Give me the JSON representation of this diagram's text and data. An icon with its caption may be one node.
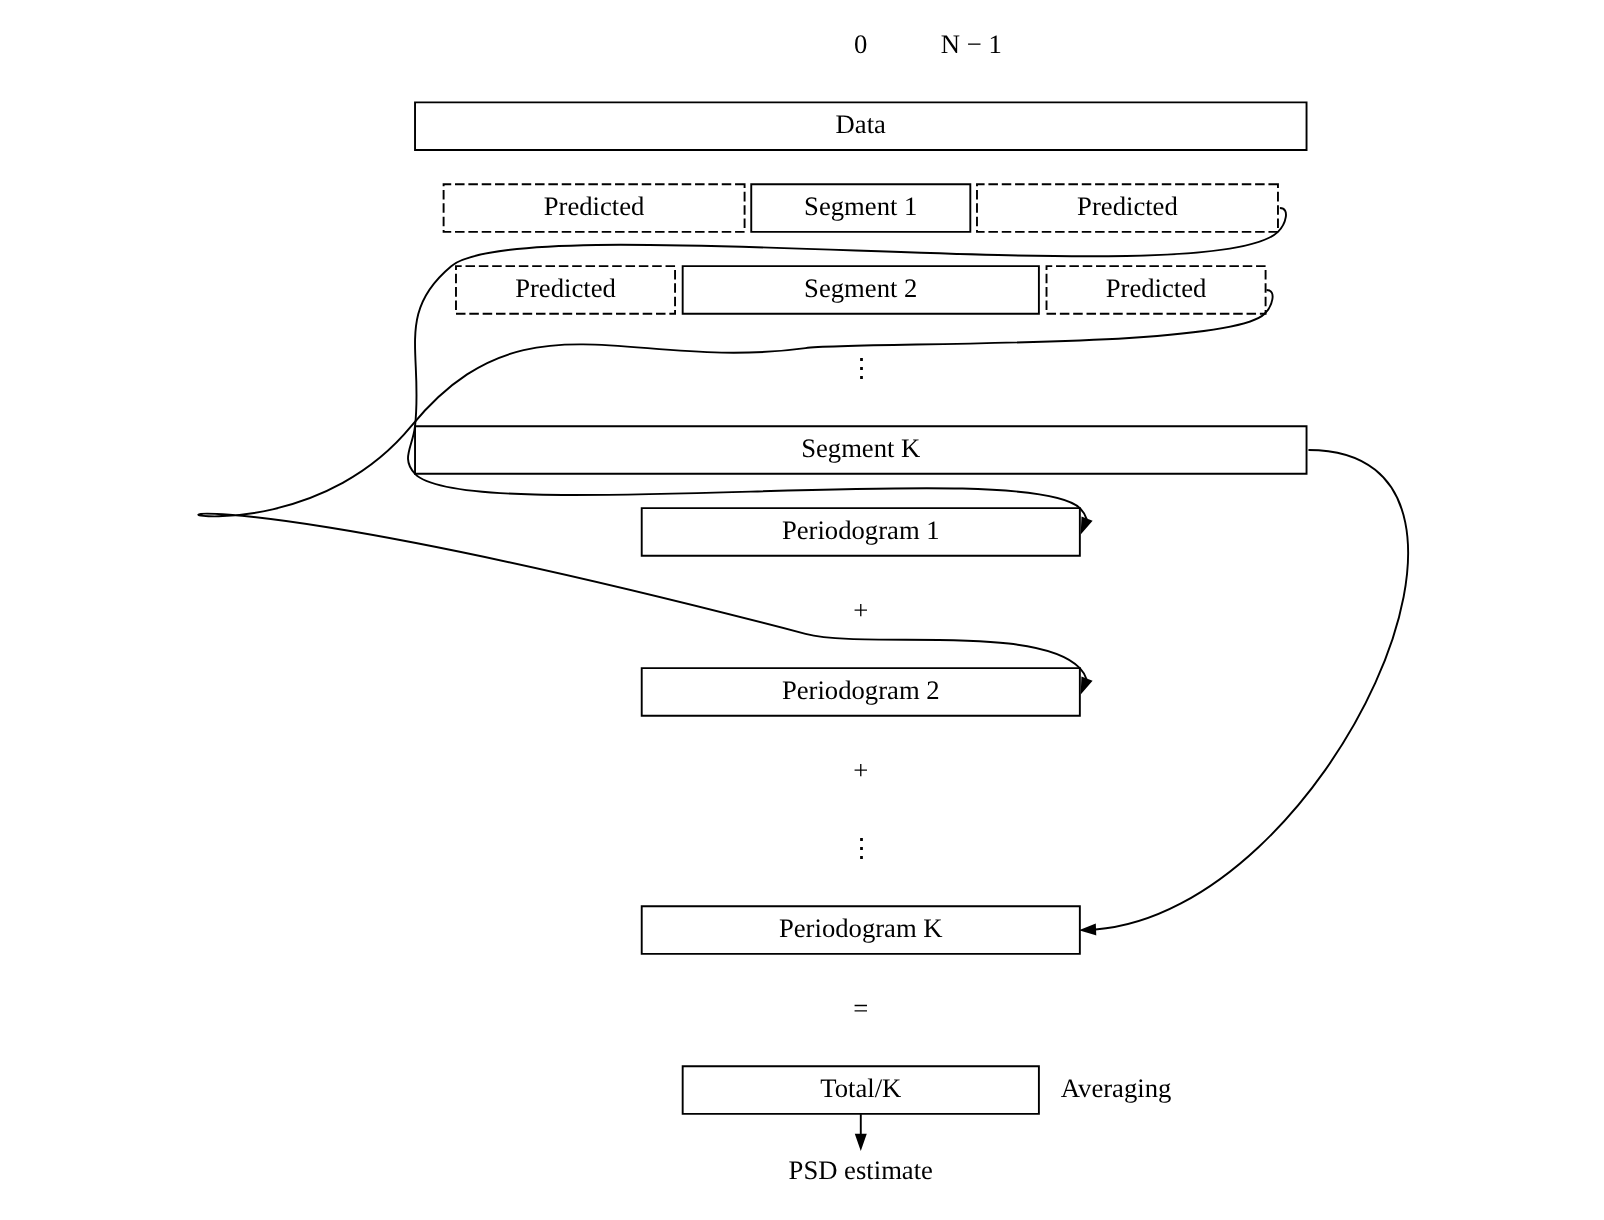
{
  "diagram": {
    "nodes": [
      {
        "text": [
          "Data"
        ]
      },
      {
        "text": [
          "Predicted"
        ]
      },
      {
        "text": [
          "Segment 1"
        ]
      },
      {
        "text": [
          "Predicted"
        ]
      },
      {
        "text": [
          "Predicted"
        ]
      },
      {
        "text": [
          "Segment 2"
        ]
      },
      {
        "text": [
          "Predicted"
        ]
      },
      {
        "text": [
          "Segment K"
        ]
      },
      {
        "text": [
          "Periodogram 1"
        ]
      },
      {
        "text": [
          "Periodogram 2"
        ]
      },
      {
        "text": [
          "Periodogram K"
        ]
      },
      {
        "text": [
          "Total/K"
        ],
        "beside": [
          "Averaging"
        ]
      },
      {
        "text": [
          "PSD estimate"
        ]
      }
    ],
    "edges": [
      {
        "from": 3,
        "to": 8,
        "arrow": "to"
      },
      {
        "from": 6,
        "to": 9,
        "arrow": "to"
      },
      {
        "from": 7,
        "to": 10,
        "arrow": "to"
      },
      {
        "from": 11,
        "to": 12,
        "arrow": "to"
      }
    ],
    "labels": [
      "0",
      "N − 1",
      "⋮",
      "+",
      "+",
      "⋮",
      "="
    ]
  }
}
